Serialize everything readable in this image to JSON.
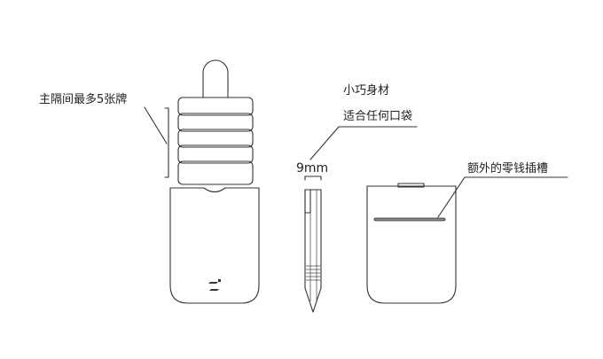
{
  "annotations": {
    "main_compartment": "主隔间最多5张牌",
    "compact_size": "小巧身材",
    "fits_any_pocket": "适合任何口袋",
    "thickness": "9mm",
    "extra_pocket": "额外的零钱插槽"
  },
  "colors": {
    "line": "#333333",
    "background": "#ffffff",
    "slot_accent": "#888888"
  },
  "figures": [
    "wallet-front-with-cards",
    "wallet-side-profile",
    "wallet-back-with-slot"
  ]
}
